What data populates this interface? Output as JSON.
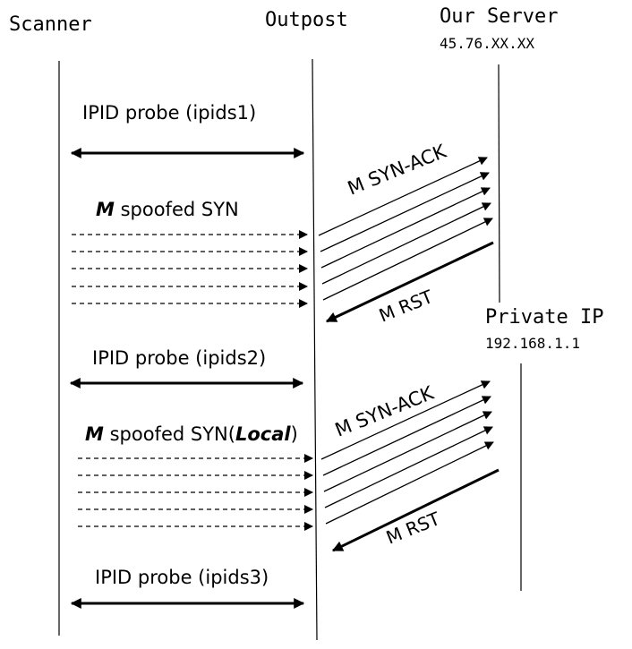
{
  "actors": {
    "scanner": {
      "label": "Scanner"
    },
    "outpost": {
      "label": "Outpost"
    },
    "server": {
      "label": "Our Server",
      "address": "45.76.XX.XX"
    },
    "private": {
      "label": "Private IP",
      "address": "192.168.1.1"
    }
  },
  "messages": {
    "probe1": "IPID probe (ipids1)",
    "spoof1_count": "M",
    "spoof1_text": " spoofed SYN",
    "synack1": "M SYN-ACK",
    "rst1": "M RST",
    "probe2": "IPID probe (ipids2)",
    "spoof2_count": "M",
    "spoof2_text": " spoofed SYN(",
    "spoof2_local": "Local",
    "spoof2_close": ")",
    "synack2": "M SYN-ACK",
    "rst2": "M RST",
    "probe3": "IPID probe (ipids3)"
  }
}
